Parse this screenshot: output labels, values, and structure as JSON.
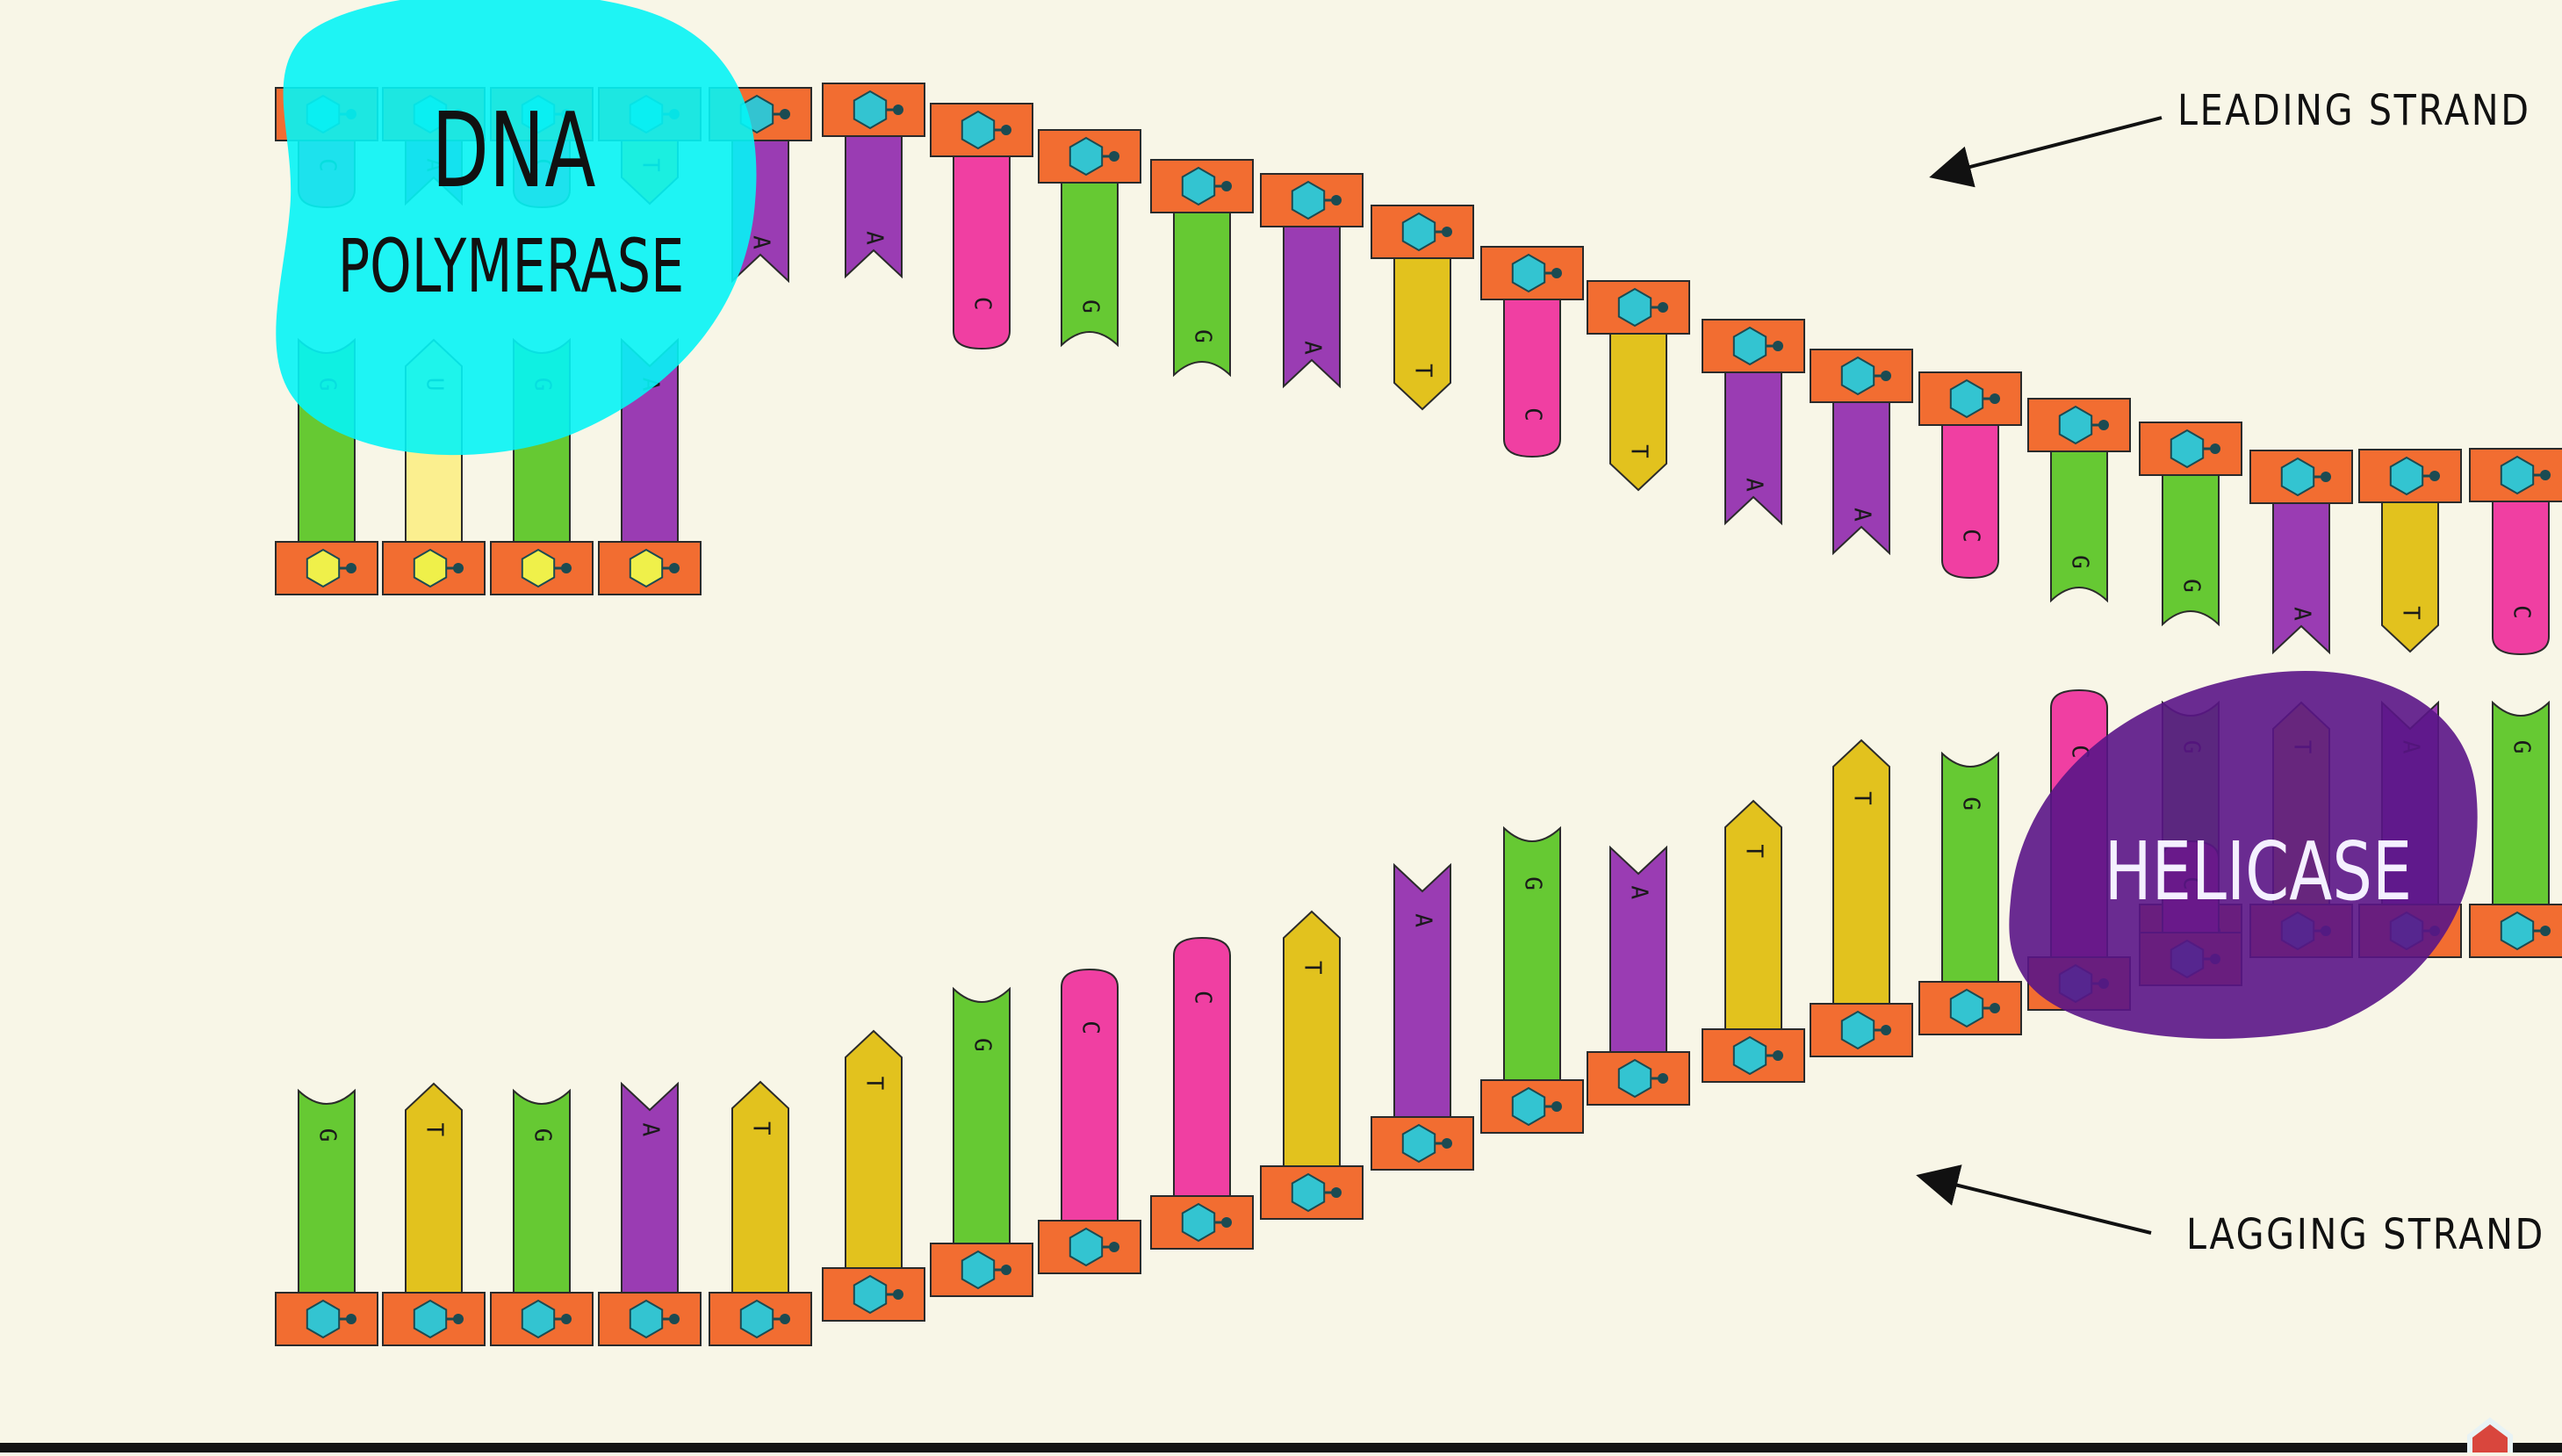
{
  "labels": {
    "dna_polymerase_line1": "DNA",
    "dna_polymerase_line2": "POLYMERASE",
    "helicase": "HELICASE",
    "leading_strand": "LEADING STRAND",
    "lagging_strand": "LAGGING STRAND"
  },
  "colors": {
    "background": "#f8f6e7",
    "sugar_backbone": "#f26d31",
    "phosphate_dna": "#33c4d1",
    "phosphate_rna": "#eff04a",
    "A": "#9a3cb3",
    "G": "#66c933",
    "C": "#f03fa2",
    "T": "#e2c21e",
    "U": "#fbef8f",
    "polymerase": "#06f4f5",
    "helicase": "#5a1587"
  },
  "leading_strand": {
    "template_bases": [
      "C",
      "A",
      "C",
      "T",
      "A",
      "A",
      "C",
      "G",
      "G",
      "A",
      "T",
      "C",
      "T",
      "A",
      "A",
      "C",
      "G",
      "G",
      "A",
      "T",
      "C"
    ],
    "primer_bases": [
      "G",
      "U",
      "G",
      "A"
    ],
    "paired_under_helicase": [
      "G",
      "T",
      "A",
      "G"
    ]
  },
  "lagging_strand": {
    "template_bases": [
      "G",
      "T",
      "G",
      "A",
      "T",
      "T",
      "G",
      "C",
      "C",
      "T",
      "A",
      "G",
      "A",
      "T",
      "T",
      "G",
      "C",
      "C",
      "T",
      "A"
    ]
  }
}
